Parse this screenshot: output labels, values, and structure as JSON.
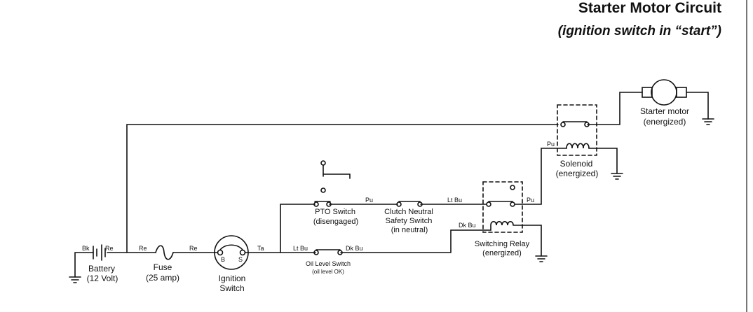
{
  "title": "Starter Motor Circuit",
  "subtitle": "(ignition switch in “start”)",
  "components": {
    "battery": {
      "name": "Battery",
      "spec": "(12 Volt)"
    },
    "fuse": {
      "name": "Fuse",
      "spec": "(25 amp)"
    },
    "ignition": {
      "name": "Ignition",
      "name2": "Switch",
      "term_b": "B",
      "term_s": "S"
    },
    "pto": {
      "name": "PTO Switch",
      "state": "(disengaged)"
    },
    "clutch": {
      "line1": "Clutch Neutral",
      "line2": "Safety Switch",
      "line3": "(in neutral)"
    },
    "oil": {
      "line1": "Oil Level Switch",
      "line2": "(oil level OK)"
    },
    "relay": {
      "name": "Switching Relay",
      "state": "(energized)"
    },
    "solenoid": {
      "name": "Solenoid",
      "state": "(energized)"
    },
    "motor": {
      "name": "Starter motor",
      "state": "(energized)"
    }
  },
  "wires": {
    "bk": "Bk",
    "re_batt": "Re",
    "re_fuse_in": "Re",
    "re_fuse_out": "Re",
    "ta": "Ta",
    "lt_bu_oil": "Lt Bu",
    "dk_bu_oil": "Dk Bu",
    "pu_pto": "Pu",
    "lt_bu_relay": "Lt Bu",
    "dk_bu_relay": "Dk Bu",
    "pu_relay_out": "Pu",
    "pu_solenoid": "Pu"
  }
}
